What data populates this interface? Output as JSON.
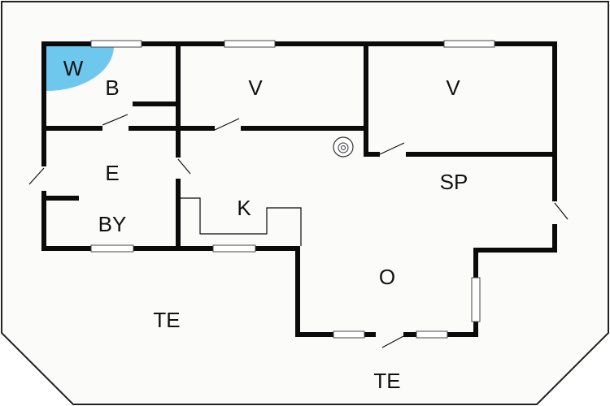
{
  "floorplan": {
    "rooms": {
      "w": "W",
      "b": "B",
      "v1": "V",
      "v2": "V",
      "e": "E",
      "by": "BY",
      "k": "K",
      "sp": "SP",
      "o": "O",
      "te_left": "TE",
      "te_bottom": "TE"
    },
    "colors": {
      "background": "#ffffff",
      "terrace_fill": "#fbfbf9",
      "interior_fill": "#fbfbf9",
      "wall": "#0b0b0b",
      "shower": "#6ec8ee"
    },
    "fixtures": {
      "stove": "wood-stove-icon",
      "shower": "shower-quarter-circle"
    }
  }
}
